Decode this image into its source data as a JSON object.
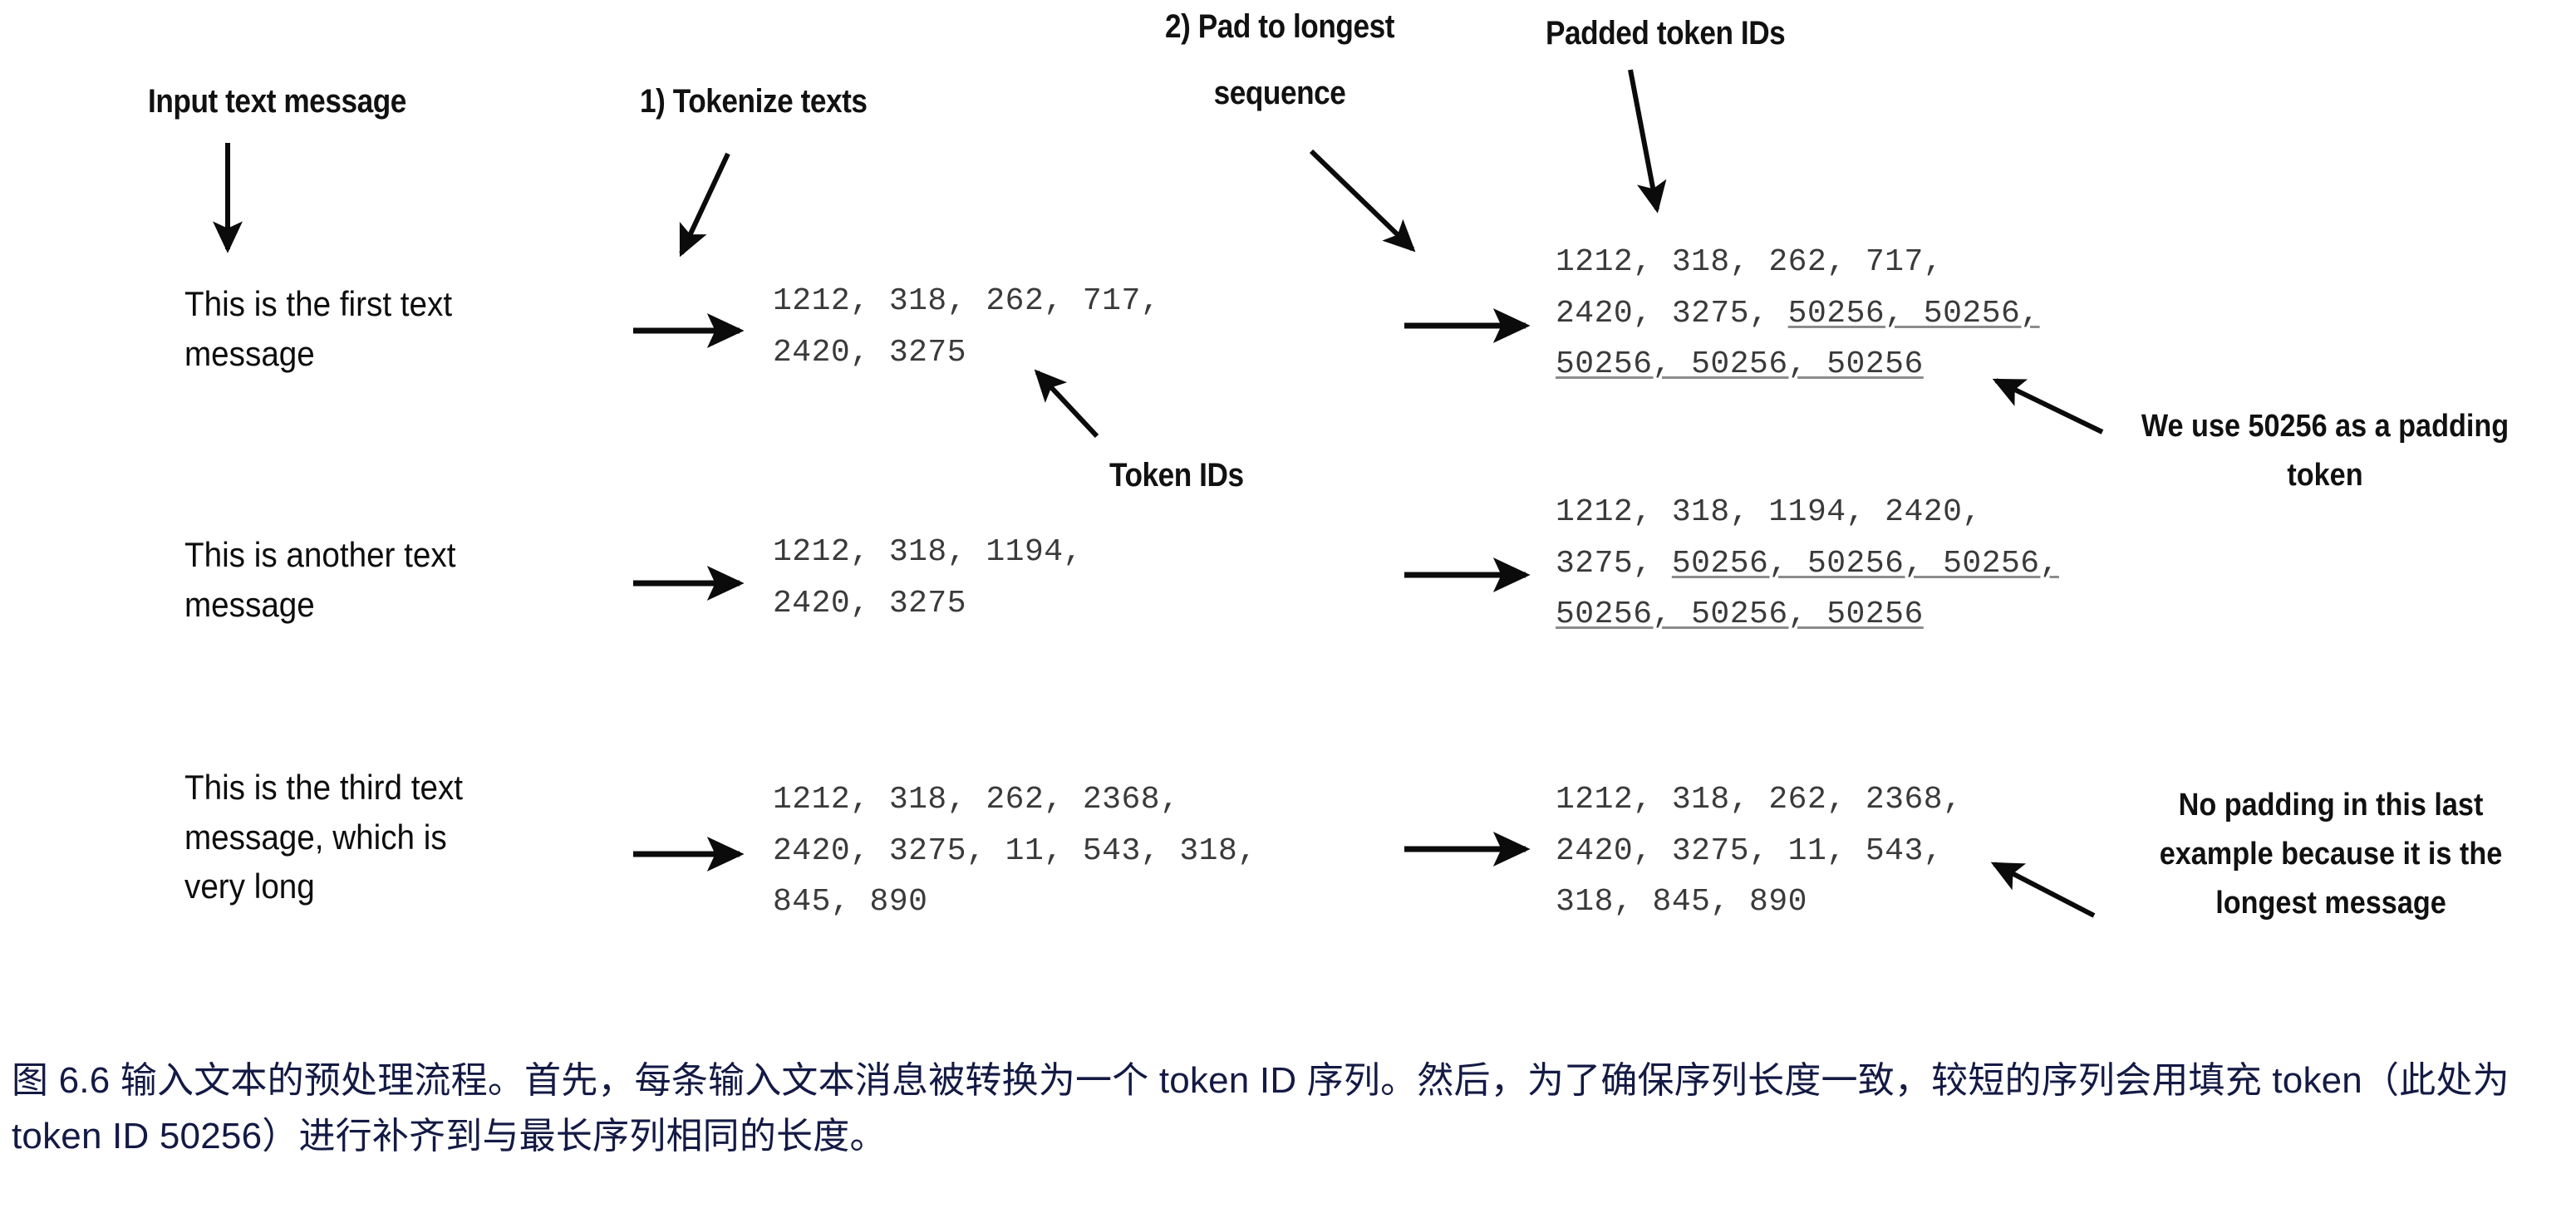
{
  "figure": {
    "headings": {
      "input_text": "Input text message",
      "step1": "1) Tokenize texts",
      "step2_line1": "2) Pad to longest",
      "step2_line2": "sequence",
      "padded_ids": "Padded token IDs",
      "token_ids": "Token IDs"
    },
    "rows": [
      {
        "message": "This is the first text\nmessage",
        "token_ids": "1212, 318, 262, 717,\n2420, 3275",
        "padded_prefix": "1212, 318, 262, 717,\n2420, 3275, ",
        "padded_pad_line1": "50256, 50256,",
        "padded_pad_line2": "50256, 50256, 50256"
      },
      {
        "message": "This is another text\nmessage",
        "token_ids": "1212, 318, 1194,\n2420, 3275",
        "padded_prefix": "1212, 318, 1194, 2420,\n3275, ",
        "padded_pad_line1": "50256, 50256, 50256,",
        "padded_pad_line2": "50256, 50256, 50256"
      },
      {
        "message": "This is the third text\nmessage, which is\nvery long",
        "token_ids": "1212, 318, 262, 2368,\n2420, 3275, 11, 543, 318,\n845, 890",
        "padded_prefix": "1212, 318, 262, 2368,\n2420, 3275, 11, 543,\n318, 845, 890",
        "padded_pad_line1": "",
        "padded_pad_line2": ""
      }
    ],
    "notes": {
      "padding_token": "We use 50256 as a\npadding token",
      "no_padding": "No padding in this last\nexample because it is\nthe longest message"
    },
    "caption": "图 6.6 输入文本的预处理流程。首先，每条输入文本消息被转换为一个 token ID 序列。然后，为了确保序列长度一致，较短的序列会用填充 token（此处为 token ID 50256）进行补齐到与最长序列相同的长度。",
    "colors": {
      "ink": "#111111",
      "ids": "#3a3a3a",
      "caption": "#141a44",
      "underline": "#8c8c8c",
      "background": "#ffffff"
    }
  }
}
